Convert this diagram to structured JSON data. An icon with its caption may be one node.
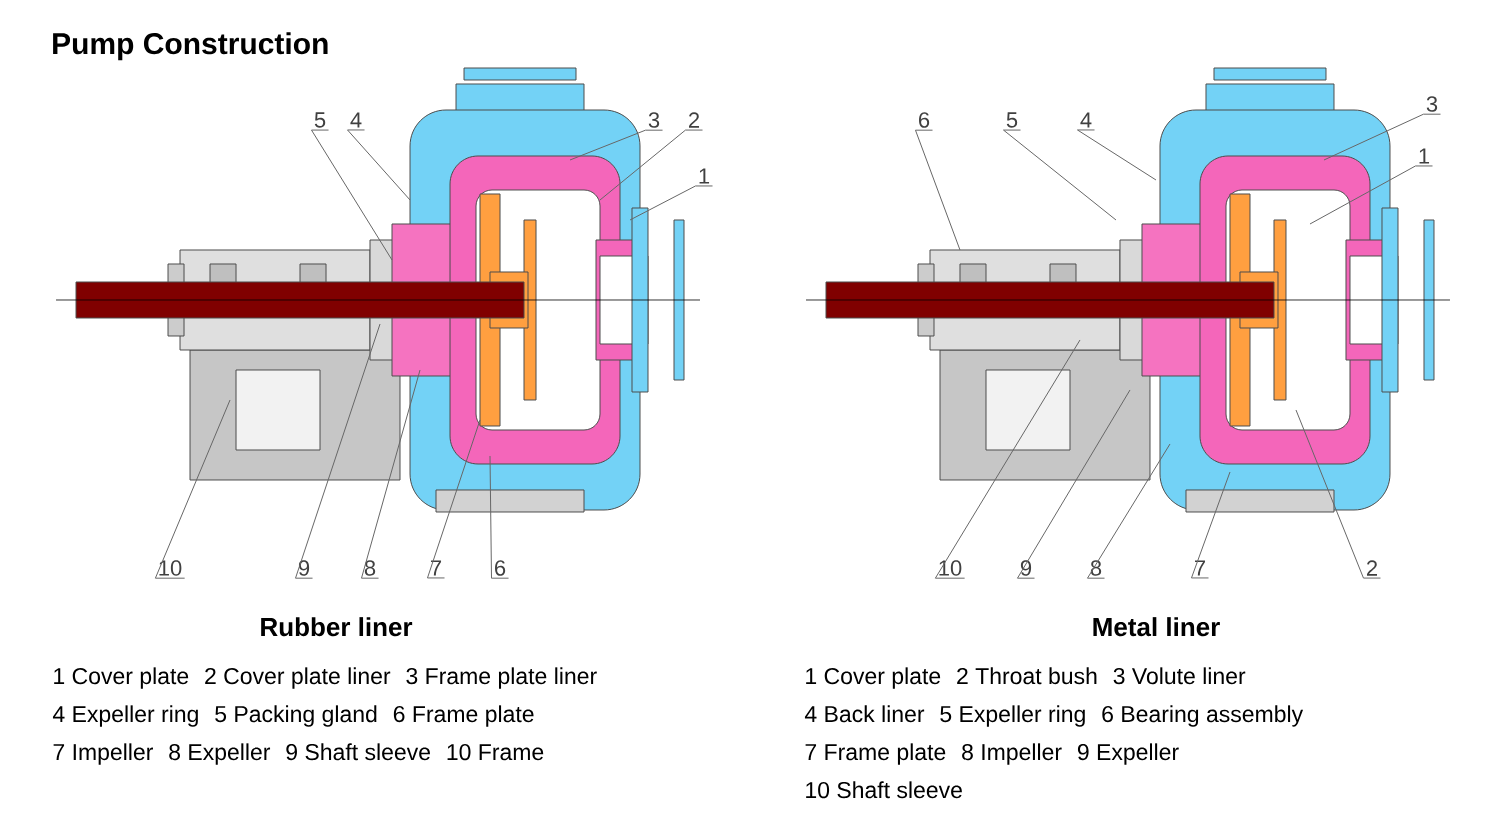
{
  "diagram": {
    "title": "Pump Construction",
    "nodes": [
      {
        "text": [
          "5"
        ]
      },
      {
        "text": [
          "4"
        ]
      },
      {
        "text": [
          "3"
        ]
      },
      {
        "text": [
          "2"
        ]
      },
      {
        "text": [
          "1"
        ]
      },
      {
        "text": [
          "10"
        ]
      },
      {
        "text": [
          "9"
        ]
      },
      {
        "text": [
          "8"
        ]
      },
      {
        "text": [
          "7"
        ]
      },
      {
        "text": [
          "6"
        ]
      },
      {
        "text": [
          "6"
        ]
      },
      {
        "text": [
          "5"
        ]
      },
      {
        "text": [
          "4"
        ]
      },
      {
        "text": [
          "3"
        ]
      },
      {
        "text": [
          "1"
        ]
      },
      {
        "text": [
          "10"
        ]
      },
      {
        "text": [
          "9"
        ]
      },
      {
        "text": [
          "8"
        ]
      },
      {
        "text": [
          "7"
        ]
      },
      {
        "text": [
          "2"
        ]
      }
    ],
    "edges": [
      {
        "from": 0,
        "to": null,
        "arrow": "none"
      },
      {
        "from": 1,
        "to": null,
        "arrow": "none"
      },
      {
        "from": 2,
        "to": null,
        "arrow": "none"
      },
      {
        "from": 3,
        "to": null,
        "arrow": "none"
      },
      {
        "from": 4,
        "to": null,
        "arrow": "none"
      },
      {
        "from": 5,
        "to": null,
        "arrow": "none"
      },
      {
        "from": 6,
        "to": null,
        "arrow": "none"
      },
      {
        "from": 7,
        "to": null,
        "arrow": "none"
      },
      {
        "from": 8,
        "to": null,
        "arrow": "none"
      },
      {
        "from": 9,
        "to": null,
        "arrow": "none"
      },
      {
        "from": 10,
        "to": null,
        "arrow": "none"
      },
      {
        "from": 11,
        "to": null,
        "arrow": "none"
      },
      {
        "from": 12,
        "to": null,
        "arrow": "none"
      },
      {
        "from": 13,
        "to": null,
        "arrow": "none"
      },
      {
        "from": 14,
        "to": null,
        "arrow": "none"
      },
      {
        "from": 15,
        "to": null,
        "arrow": "none"
      },
      {
        "from": 16,
        "to": null,
        "arrow": "none"
      },
      {
        "from": 17,
        "to": null,
        "arrow": "none"
      },
      {
        "from": 18,
        "to": null,
        "arrow": "none"
      },
      {
        "from": 19,
        "to": null,
        "arrow": "none"
      }
    ],
    "labels": [
      "Rubber liner",
      "Metal liner",
      "1 Cover plate",
      "2 Cover plate liner",
      "3 Frame plate liner",
      "4 Expeller ring",
      "5 Packing gland",
      "6 Frame plate",
      "7 Impeller",
      "8 Expeller",
      "9 Shaft sleeve",
      "10 Frame",
      "1 Cover plate",
      "2 Throat bush",
      "3 Volute liner",
      "4 Back liner",
      "5 Expeller ring",
      "6 Bearing assembly",
      "7 Frame plate",
      "8 Impeller",
      "9 Expeller",
      "10 Shaft sleeve"
    ]
  }
}
